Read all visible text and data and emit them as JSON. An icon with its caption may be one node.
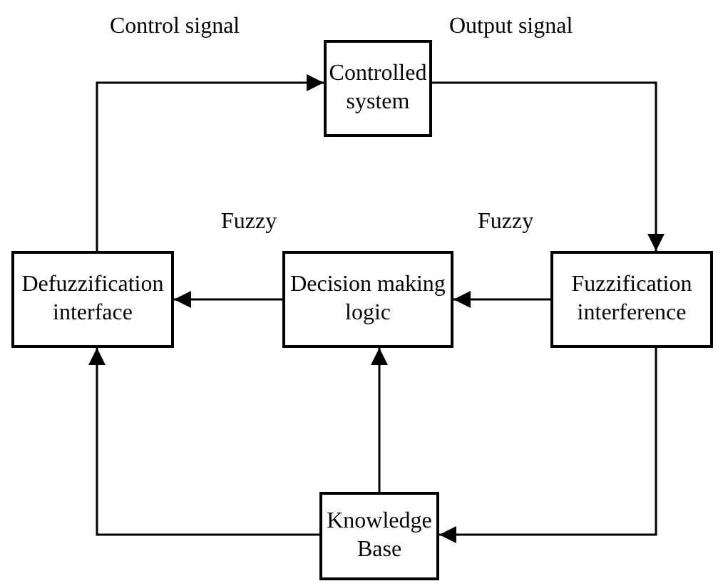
{
  "diagram": {
    "nodes": [
      {
        "text": [
          "Controlled system"
        ]
      },
      {
        "text": [
          "Defuzzification interface"
        ]
      },
      {
        "text": [
          "Decision making logic"
        ]
      },
      {
        "text": [
          "Fuzzification interference"
        ]
      },
      {
        "text": [
          "Knowledge Base"
        ]
      }
    ],
    "edges": [
      {
        "from": 1,
        "to": 0,
        "arrow": "to",
        "label": "Control signal"
      },
      {
        "from": 0,
        "to": 3,
        "arrow": "to",
        "label": "Output signal"
      },
      {
        "from": 3,
        "to": 2,
        "arrow": "to",
        "label": "Fuzzy"
      },
      {
        "from": 2,
        "to": 1,
        "arrow": "to",
        "label": "Fuzzy"
      },
      {
        "from": 3,
        "to": 4,
        "arrow": "to"
      },
      {
        "from": 4,
        "to": 2,
        "arrow": "to"
      },
      {
        "from": 4,
        "to": 1,
        "arrow": "to"
      }
    ]
  }
}
